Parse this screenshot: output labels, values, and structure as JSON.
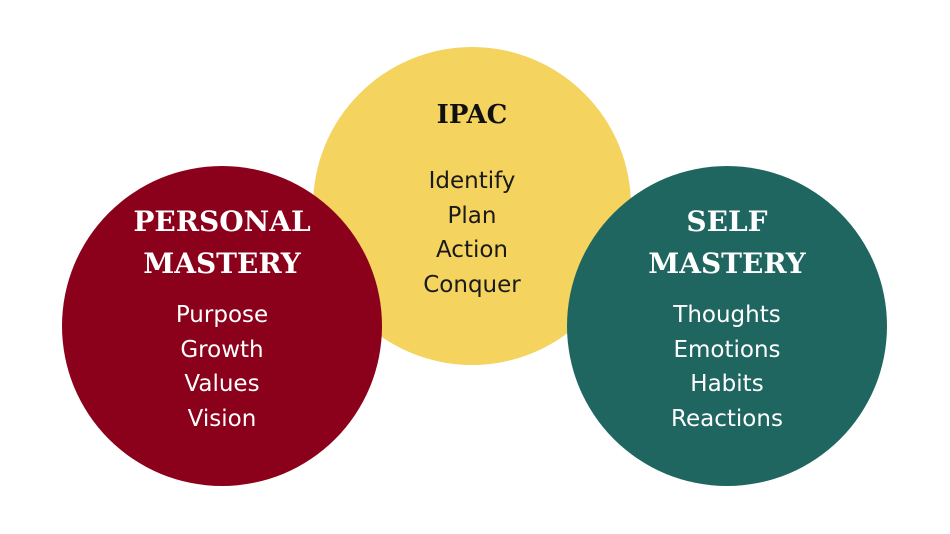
{
  "circles": {
    "ipac": {
      "title": "IPAC",
      "color": "#f4d35e",
      "items": [
        "Identify",
        "Plan",
        "Action",
        "Conquer"
      ]
    },
    "personal": {
      "title_lines": [
        "PERSONAL",
        "MASTERY"
      ],
      "color": "#8b001a",
      "items": [
        "Purpose",
        "Growth",
        "Values",
        "Vision"
      ]
    },
    "self": {
      "title_lines": [
        "SELF",
        "MASTERY"
      ],
      "color": "#1f6660",
      "items": [
        "Thoughts",
        "Emotions",
        "Habits",
        "Reactions"
      ]
    }
  }
}
